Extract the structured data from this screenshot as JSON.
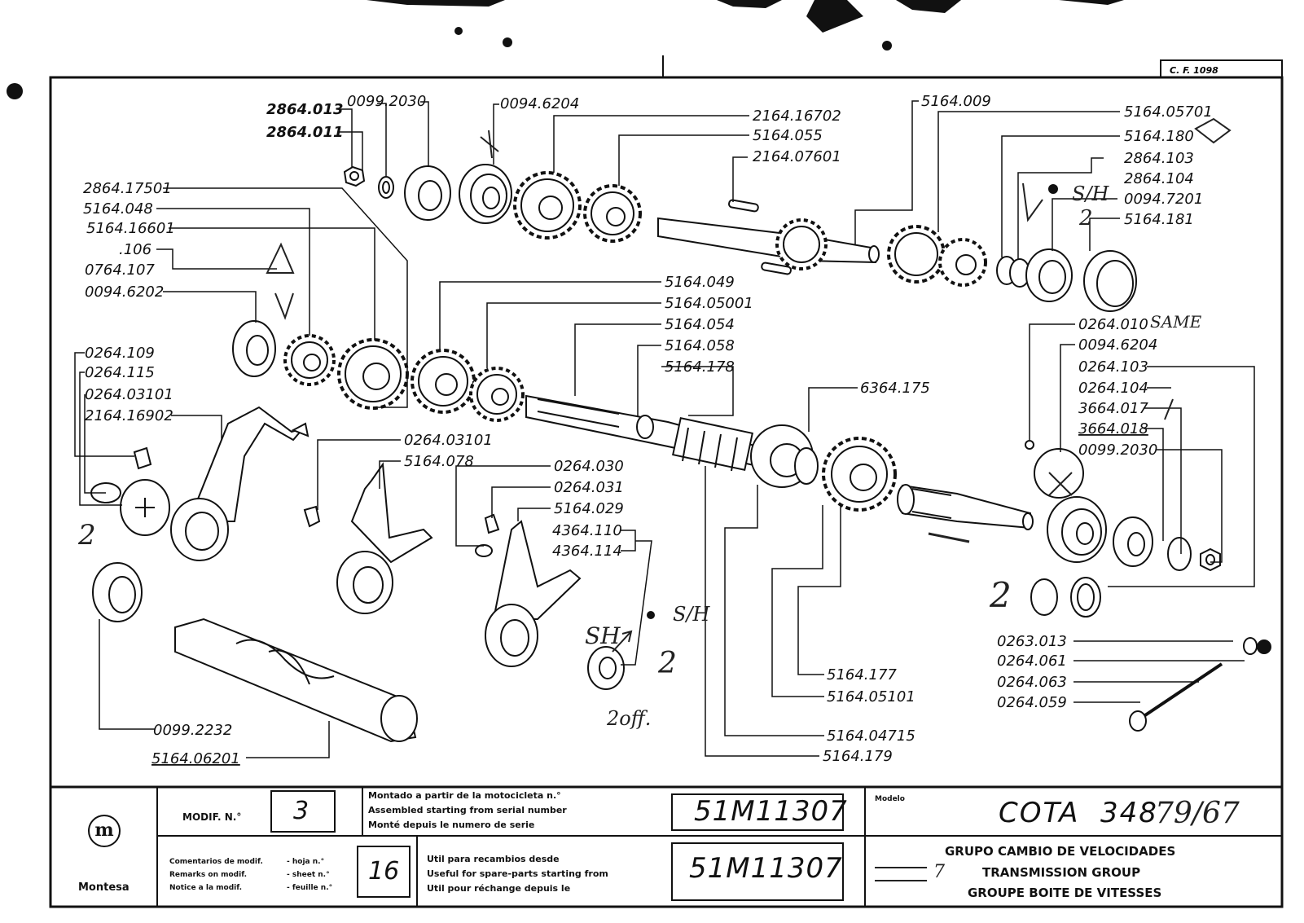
{
  "header": {
    "ref": "C. F. 1098"
  },
  "parts": {
    "p2864_013": "2864.013",
    "p0099_2030_top": "0099.2030",
    "p2864_011": "2864.011",
    "p0094_6204_top": "0094.6204",
    "p2164_16702": "2164.16702",
    "p5164_055": "5164.055",
    "p2164_07601": "2164.07601",
    "p5164_009": "5164.009",
    "p5164_05701": "5164.05701",
    "p5164_180": "5164.180",
    "p2864_103": "2864.103",
    "p2864_104": "2864.104",
    "p0094_7201": "0094.7201",
    "p5164_181": "5164.181",
    "p2864_17501": "2864.17501",
    "p5164_048": "5164.048",
    "p5164_16601": "5164.16601",
    "p106": ".106",
    "p0764_107": "0764.107",
    "p0094_6202": "0094.6202",
    "p5164_049": "5164.049",
    "p5164_05001": "5164.05001",
    "p5164_054": "5164.054",
    "p5164_058": "5164.058",
    "p5164_178": "5164.178",
    "p6364_175": "6364.175",
    "p0264_010": "0264.010",
    "p0094_6204_r": "0094.6204",
    "p0264_103": "0264.103",
    "p0264_104": "0264.104",
    "p3664_017": "3664.017",
    "p3664_018": "3664.018",
    "p0099_2030_r": "0099.2030",
    "p0264_109": "0264.109",
    "p0264_115": "0264.115",
    "p0264_03101_l": "0264.03101",
    "p2164_16902": "2164.16902",
    "p0264_03101_m": "0264.03101",
    "p5164_078": "5164.078",
    "p0264_030": "0264.030",
    "p0264_031": "0264.031",
    "p5164_029": "5164.029",
    "p4364_110": "4364.110",
    "p4364_114": "4364.114",
    "p0263_013": "0263.013",
    "p0264_061": "0264.061",
    "p0264_063": "0264.063",
    "p0264_059": "0264.059",
    "p5164_177": "5164.177",
    "p5164_05101": "5164.05101",
    "p5164_04715": "5164.04715",
    "p5164_179": "5164.179",
    "p0099_2232": "0099.2232",
    "p5164_06201": "5164.06201"
  },
  "handwritten": {
    "same": "SAME",
    "sh_top": "S/H",
    "two_top": "2",
    "two_left": "2",
    "sh_mid": "S/H",
    "sh_mid_left": "SH",
    "two_mid": "2",
    "two_off": "2off.",
    "two_right": "2",
    "x_mark": "X",
    "model_extra": "79/67",
    "prefix_struck": "7"
  },
  "title_block": {
    "brand": "Montesa",
    "modif_label": "MODIF. N.°",
    "modif_value": "3",
    "assembled": [
      "Montado a partir de la motocicleta n.°",
      "Assembled starting from serial number",
      "Monté depuis le numero de serie"
    ],
    "serial_1": "51M11307",
    "comments": [
      "Comentarios de modif.",
      "Remarks on modif.",
      "Notice a la modif."
    ],
    "sheet_labels": [
      "- hoja n.°",
      "- sheet n.°",
      "- feuille n.°"
    ],
    "sheet_value": "16",
    "util": [
      "Util para recambios desde",
      "Useful for spare-parts starting from",
      "Util pour réchange depuis le"
    ],
    "serial_2": "51M11307",
    "modelo_label": "Modelo",
    "model": "COTA  348",
    "group": [
      "GRUPO CAMBIO DE VELOCIDADES",
      "TRANSMISSION GROUP",
      "GROUPE BOITE DE VITESSES"
    ]
  }
}
